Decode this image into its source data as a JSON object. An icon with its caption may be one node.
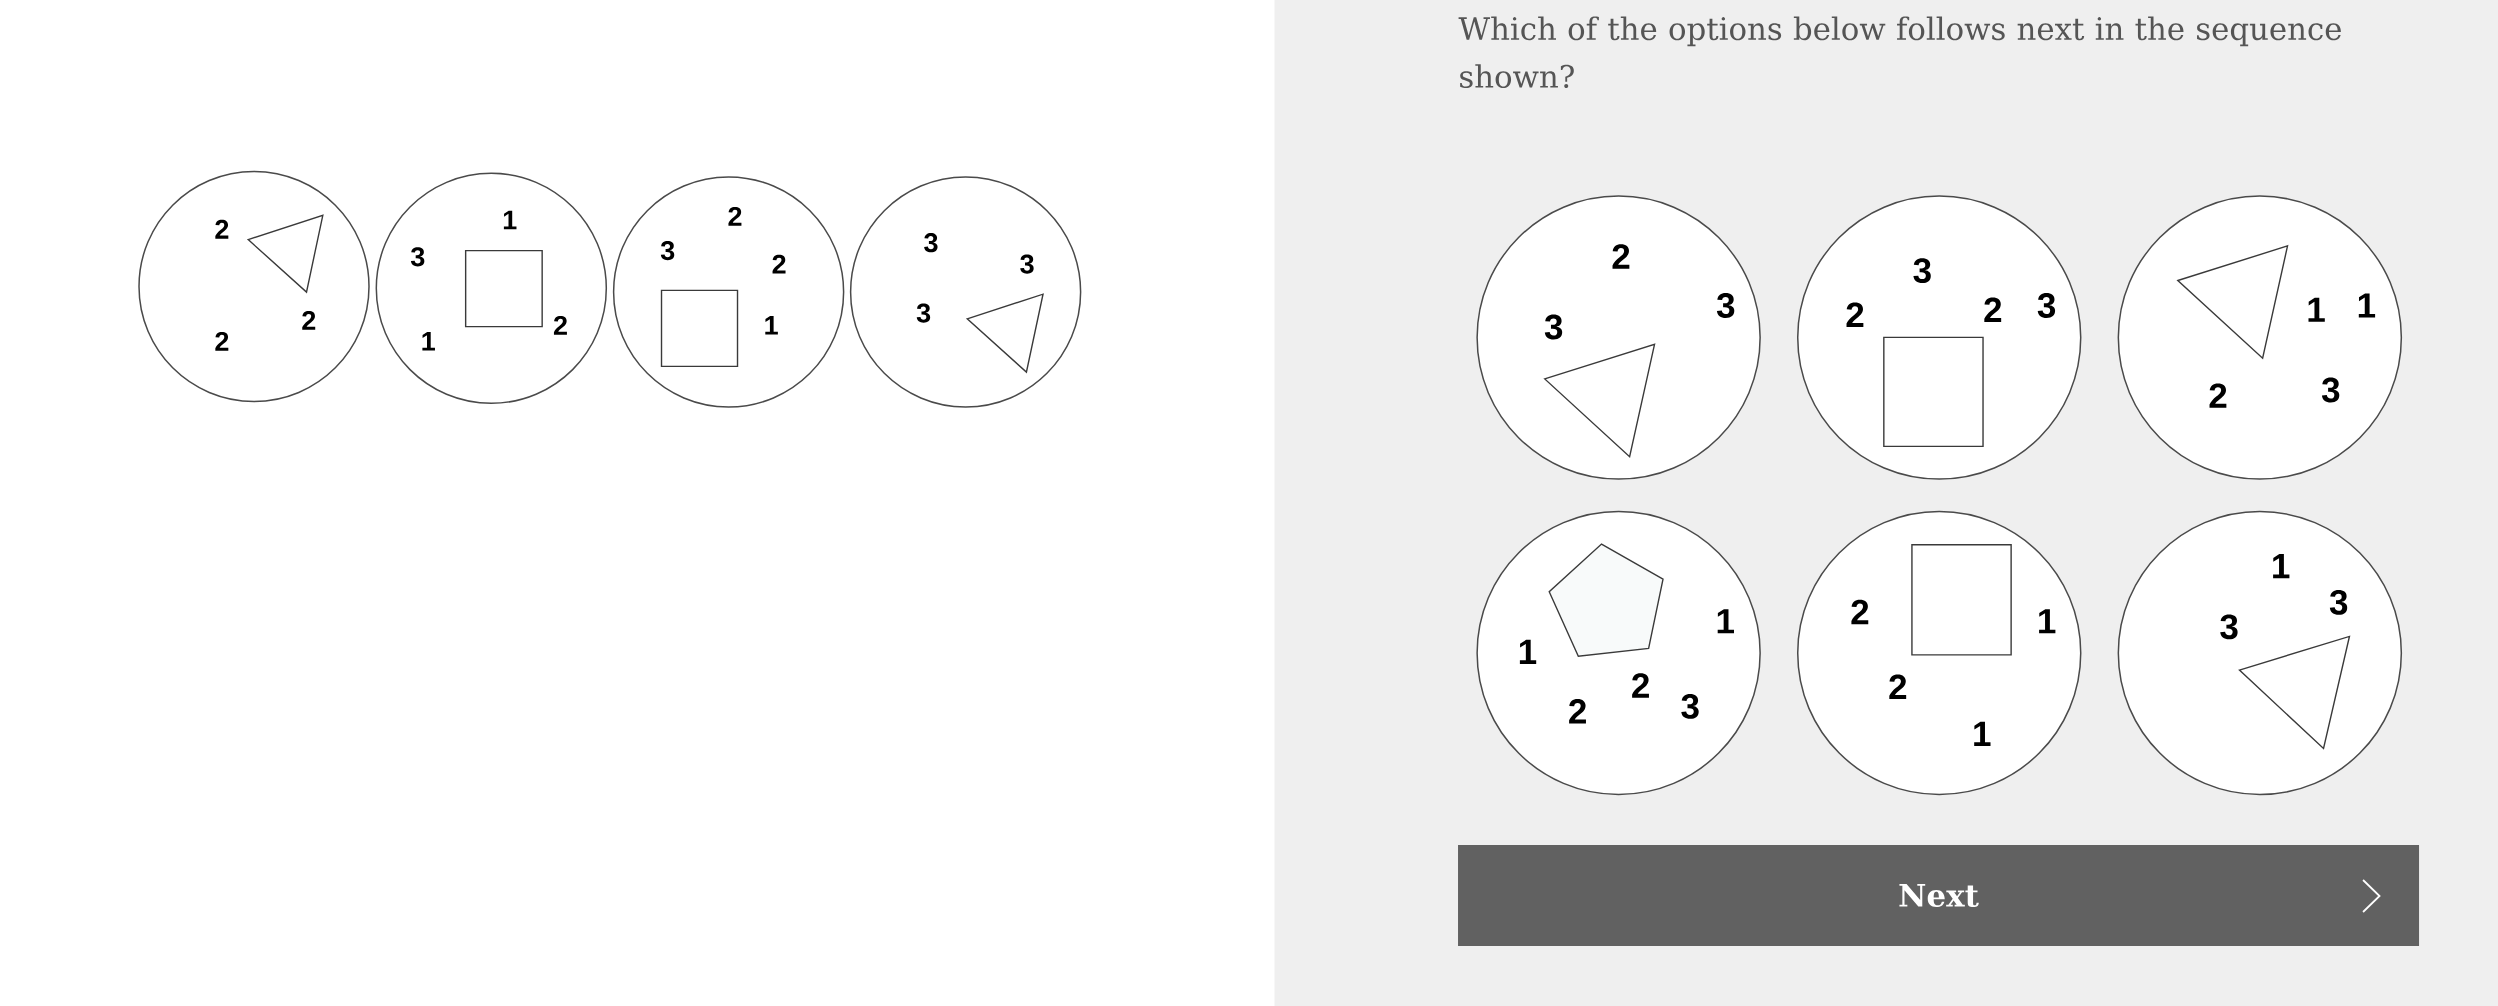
{
  "diagram": {
    "title": "Which of the options below follows next in the sequence shown?",
    "nodes": [
      {
        "text": [
          "2",
          "2",
          "2"
        ]
      },
      {
        "text": [],
        "shape": "triangle",
        "in": 0
      },
      {
        "text": [
          "1",
          "3",
          "2",
          "1"
        ]
      },
      {
        "text": [],
        "shape": "square",
        "in": 2
      },
      {
        "text": [
          "2",
          "3",
          "2",
          "1"
        ]
      },
      {
        "text": [],
        "shape": "square",
        "in": 4
      },
      {
        "text": [
          "3",
          "3",
          "3"
        ]
      },
      {
        "text": [],
        "shape": "triangle",
        "in": 6
      },
      {
        "text": [
          "2",
          "3",
          "3"
        ]
      },
      {
        "text": [],
        "shape": "triangle",
        "in": 8
      },
      {
        "text": [
          "3",
          "2",
          "2",
          "3"
        ]
      },
      {
        "text": [],
        "shape": "square",
        "in": 10
      },
      {
        "text": [
          "1",
          "1",
          "2",
          "3"
        ]
      },
      {
        "text": [],
        "shape": "triangle",
        "in": 12
      },
      {
        "text": [
          "1",
          "1",
          "2",
          "2",
          "3"
        ]
      },
      {
        "text": [],
        "shape": "pentagon",
        "in": 14
      },
      {
        "text": [
          "2",
          "1",
          "2",
          "1"
        ]
      },
      {
        "text": [],
        "shape": "square",
        "in": 16
      },
      {
        "text": [
          "1",
          "3",
          "3"
        ]
      },
      {
        "text": [],
        "shape": "triangle",
        "in": 18
      }
    ],
    "labels": [
      "Next"
    ]
  }
}
